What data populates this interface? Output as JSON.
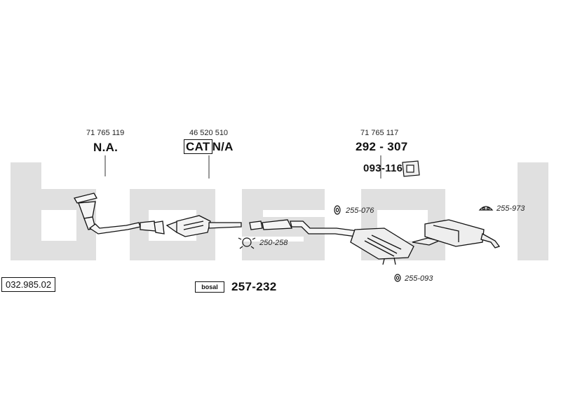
{
  "diagram_id": "032.985.02",
  "watermark": "bosal",
  "kit": {
    "badge": "bosal",
    "number": "257-232"
  },
  "parts": {
    "front_pipe": {
      "oem": "71 765 119",
      "code": "N.A."
    },
    "catalyst": {
      "oem": "46 520 510",
      "cat": "CAT",
      "code": "N/A"
    },
    "rear_section": {
      "oem": "71 765 117",
      "code": "292 - 307"
    }
  },
  "accessories": {
    "mount_upper": "093-116",
    "rubber_mid": "255-076",
    "clamp": "250-258",
    "rubber_lower": "255-093",
    "rubber_rear": "255-973"
  },
  "colors": {
    "line": "#111111",
    "watermark": "#dcdcdc",
    "fill": "#f4f4f4"
  }
}
